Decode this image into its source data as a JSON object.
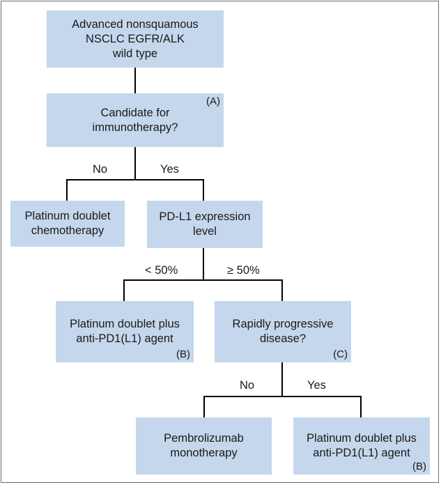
{
  "nodes": {
    "start": {
      "text": "Advanced nonsquamous\nNSCLC EGFR/ALK\nwild type"
    },
    "candidate": {
      "text": "Candidate for\nimmunotherapy?",
      "tag": "(A)"
    },
    "platinum_chemo": {
      "text": "Platinum doublet\nchemotherapy"
    },
    "pdl1": {
      "text": "PD-L1 expression\nlevel"
    },
    "platinum_plus_1": {
      "text": "Platinum doublet plus\nanti-PD1(L1) agent",
      "tag": "(B)"
    },
    "rapid": {
      "text": "Rapidly progressive\ndisease?",
      "tag": "(C)"
    },
    "pembro": {
      "text": "Pembrolizumab\nmonotherapy"
    },
    "platinum_plus_2": {
      "text": "Platinum doublet plus\nanti-PD1(L1) agent",
      "tag": "(B)"
    }
  },
  "edges": {
    "no_1": "No",
    "yes_1": "Yes",
    "lt50": "< 50%",
    "ge50": "≥ 50%",
    "no_2": "No",
    "yes_2": "Yes"
  },
  "colors": {
    "box_fill": "#c5d7ec",
    "line": "#000000",
    "frame": "#6b6b6b"
  }
}
